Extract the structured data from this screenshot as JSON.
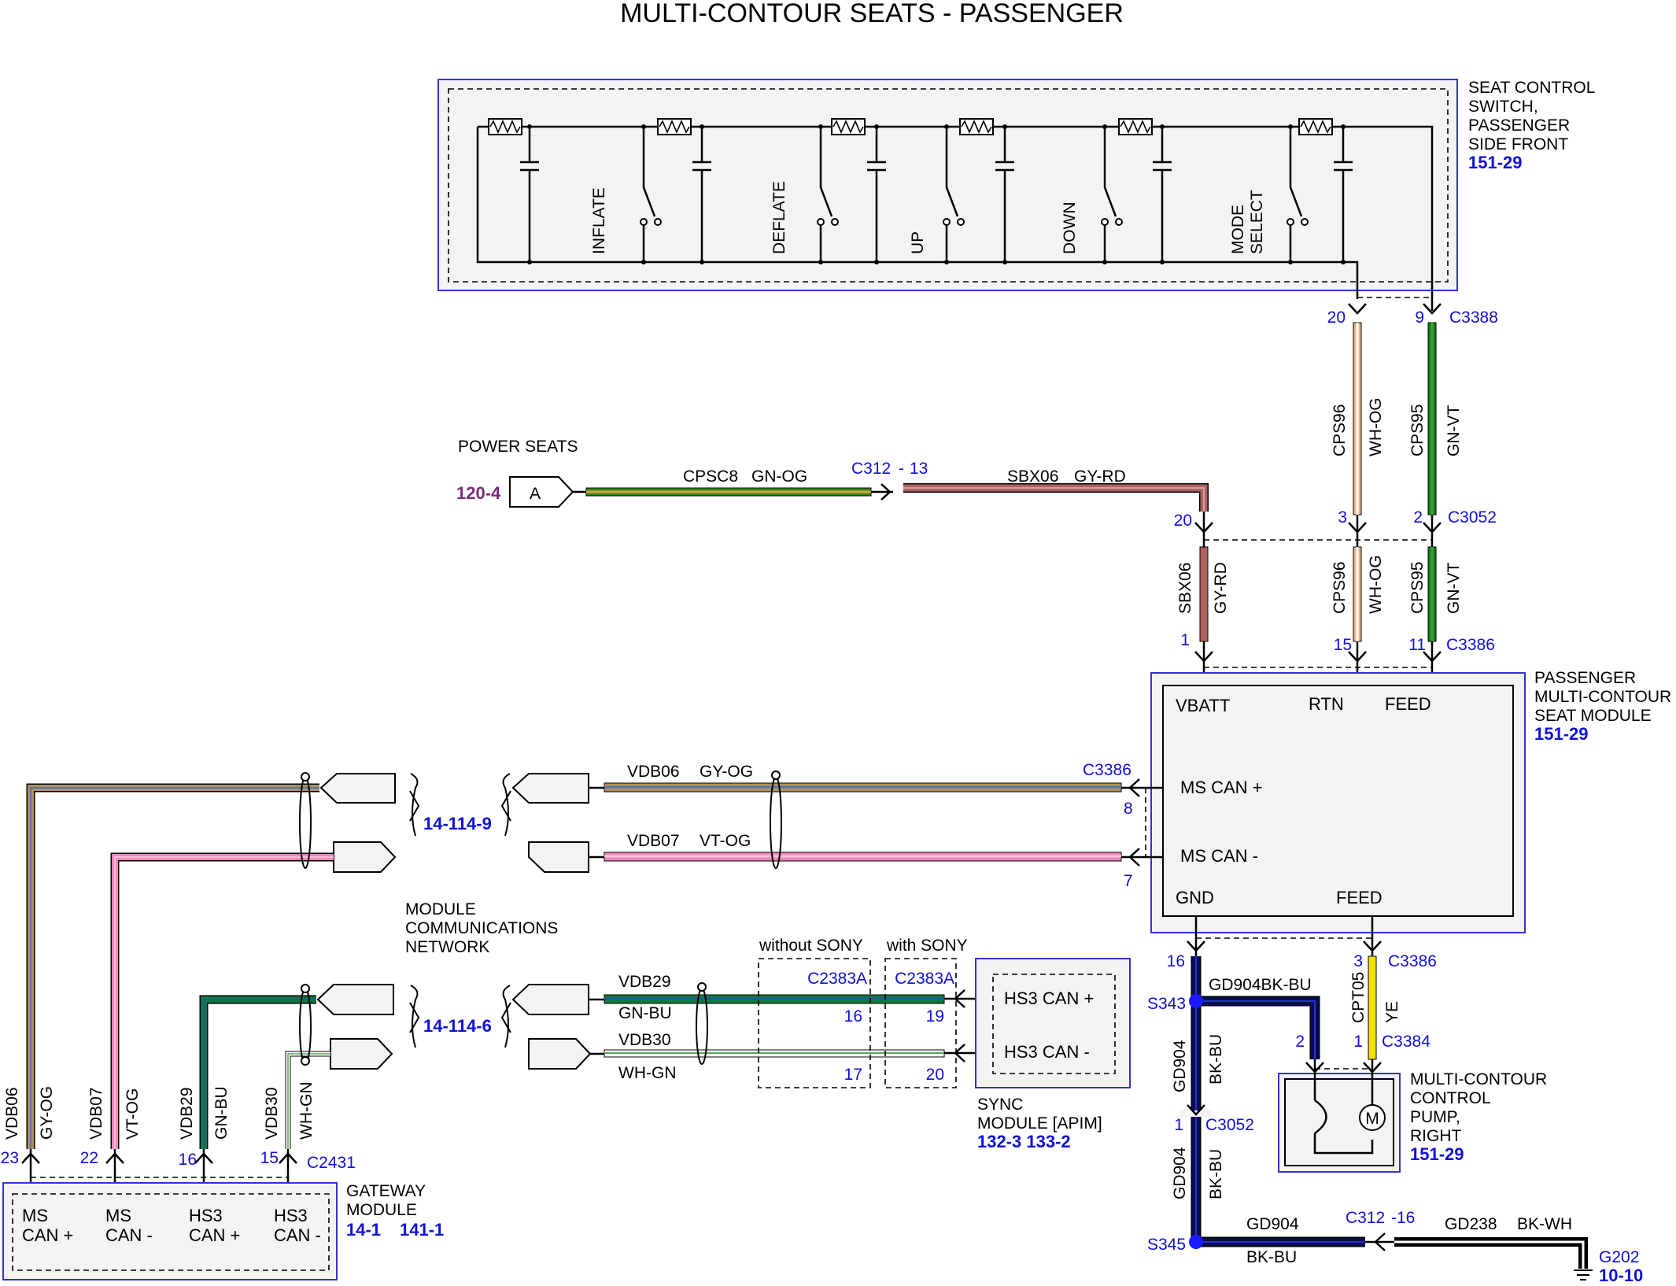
{
  "title": "MULTI-CONTOUR SEATS - PASSENGER",
  "colors": {
    "box_border": "#3333cc",
    "box_fill": "#f3f3f3",
    "connector_text": "#1010d8",
    "ref_text": "#1010d8",
    "power_ref_text": "#7a2a7a",
    "splice_dot": "#1a1aff",
    "GN-OG": "#2e8b1a",
    "GY-RD": "#b06060",
    "WH-OG": "#f0b080",
    "GN-VT": "#1f7a1f",
    "GY-OG": "#b09060",
    "VT-OG": "#ee88bb",
    "GN-BU": "#0f7a3a",
    "WH-GN": "#9ac79a",
    "BK-BU": "#0a0a50",
    "YE": "#f2e000",
    "BK-WH": "#111111"
  },
  "seat_switch": {
    "name_lines": [
      "SEAT CONTROL",
      "SWITCH,",
      "PASSENGER",
      "SIDE FRONT"
    ],
    "ref": "151-29",
    "switch_labels": [
      "INFLATE",
      "DEFLATE",
      "UP",
      "DOWN"
    ],
    "mode_select_lines": [
      "MODE",
      "SELECT"
    ],
    "connector": "C3388",
    "pins": [
      "20",
      "9"
    ]
  },
  "power_seats": {
    "label": "POWER SEATS",
    "ref": "120-4",
    "tag": "A",
    "circuit1": "CPSC8",
    "color1": "GN-OG",
    "inline_connector": "C312",
    "inline_dash": "-",
    "inline_pin": "13",
    "circuit2": "SBX06",
    "color2": "GY-RD"
  },
  "rtn_feed_wires": {
    "rtn_circuit": "CPS96",
    "rtn_color": "WH-OG",
    "feed_circuit": "CPS95",
    "feed_color": "GN-VT",
    "c3052": "C3052",
    "c3052_pins": [
      "20",
      "3",
      "2"
    ],
    "c3386": "C3386",
    "c3386_pins": [
      "1",
      "15",
      "11"
    ]
  },
  "seat_module": {
    "name_lines": [
      "PASSENGER",
      "MULTI-CONTOUR",
      "SEAT MODULE"
    ],
    "ref": "151-29",
    "terminals": [
      "VBATT",
      "RTN",
      "FEED",
      "MS CAN +",
      "MS CAN -",
      "GND",
      "FEED"
    ],
    "can_connector": "C3386",
    "can_pins": [
      "8",
      "7"
    ],
    "bottom_connector": "C3386",
    "bottom_pins": [
      "16",
      "3"
    ]
  },
  "network": {
    "label_lines": [
      "MODULE",
      "COMMUNICATIONS",
      "NETWORK"
    ],
    "ms_ref": "14-114-9",
    "hs_ref": "14-114-6",
    "ms_wires": [
      {
        "circuit": "VDB06",
        "color": "GY-OG"
      },
      {
        "circuit": "VDB07",
        "color": "VT-OG"
      }
    ],
    "hs_wires": [
      {
        "circuit": "VDB29",
        "color": "GN-BU"
      },
      {
        "circuit": "VDB30",
        "color": "WH-GN"
      }
    ],
    "without_sony": "without SONY",
    "with_sony": "with SONY",
    "c2383a": "C2383A",
    "without_pins": [
      "16",
      "17"
    ],
    "with_pins": [
      "19",
      "20"
    ]
  },
  "sync_module": {
    "name_lines": [
      "SYNC",
      "MODULE [APIM]"
    ],
    "refs": "132-3 133-2",
    "terminals": [
      "HS3 CAN +",
      "HS3 CAN -"
    ]
  },
  "gateway": {
    "name_lines": [
      "GATEWAY",
      "MODULE"
    ],
    "refs": [
      "14-1",
      "141-1"
    ],
    "connector": "C2431",
    "pins": [
      "23",
      "22",
      "16",
      "15"
    ],
    "wire_labels": [
      {
        "circuit": "VDB06",
        "color": "GY-OG"
      },
      {
        "circuit": "VDB07",
        "color": "VT-OG"
      },
      {
        "circuit": "VDB29",
        "color": "GN-BU"
      },
      {
        "circuit": "VDB30",
        "color": "WH-GN"
      }
    ],
    "terminals": [
      [
        "MS",
        "CAN +"
      ],
      [
        "MS",
        "CAN -"
      ],
      [
        "HS3",
        "CAN +"
      ],
      [
        "HS3",
        "CAN -"
      ]
    ]
  },
  "ground": {
    "splice1": "S343",
    "splice2": "S345",
    "circuit_color": "GD904BK-BU",
    "gd904": "GD904",
    "bkbu": "BK-BU",
    "c3052": "C3052",
    "c3052_pin": "1",
    "c312": "C312",
    "c312_pin": "-16",
    "gd238": "GD238",
    "bkwh": "BK-WH",
    "ground_point": "G202",
    "ground_ref": "10-10"
  },
  "pump": {
    "name_lines": [
      "MULTI-CONTOUR",
      "CONTROL",
      "PUMP,",
      "RIGHT"
    ],
    "ref": "151-29",
    "circuit": "CPT05",
    "color": "YE",
    "connector": "C3384",
    "pins": [
      "2",
      "1"
    ],
    "motor_symbol": "M"
  }
}
